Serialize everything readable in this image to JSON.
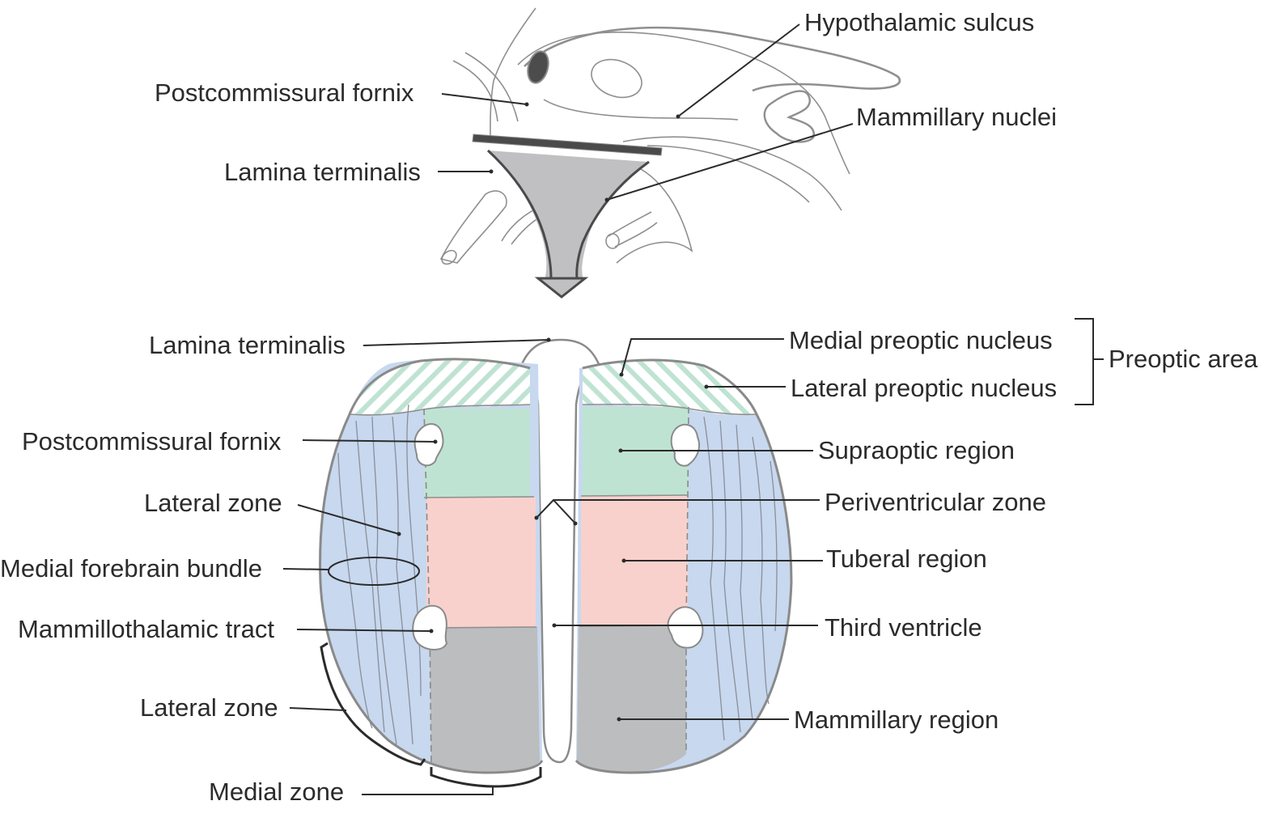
{
  "figure": {
    "title": "Hypothalamus regions and zones",
    "colors": {
      "preoptic_hatch": "#bfe3d2",
      "supraoptic": "#bfe3d2",
      "tuberal": "#f9d1cc",
      "mammillary": "#bcbdbf",
      "lateral_zone": "#c7d8ef",
      "outline": "#8a8a8a",
      "leader": "#2b2b2b",
      "lamina_fill": "#c0c0c2",
      "bar": "#4a4a4a"
    },
    "sagittal_view": {
      "labels": {
        "hypothalamic_sulcus": "Hypothalamic sulcus",
        "postcommissural_fornix": "Postcommissural fornix",
        "mammillary_nuclei": "Mammillary nuclei",
        "lamina_terminalis": "Lamina terminalis"
      }
    },
    "coronal_view": {
      "labels": {
        "lamina_terminalis": "Lamina terminalis",
        "medial_preoptic_nucleus": "Medial preoptic nucleus",
        "lateral_preoptic_nucleus": "Lateral preoptic nucleus",
        "preoptic_area": "Preoptic area",
        "postcommissural_fornix": "Postcommissural fornix",
        "supraoptic_region": "Supraoptic region",
        "lateral_zone_top": "Lateral zone",
        "periventricular_zone": "Periventricular zone",
        "medial_forebrain_bundle": "Medial forebrain bundle",
        "tuberal_region": "Tuberal region",
        "mammillothalamic_tract": "Mammillothalamic tract",
        "third_ventricle": "Third ventricle",
        "lateral_zone_bottom": "Lateral zone",
        "mammillary_region": "Mammillary region",
        "medial_zone": "Medial zone"
      }
    }
  }
}
